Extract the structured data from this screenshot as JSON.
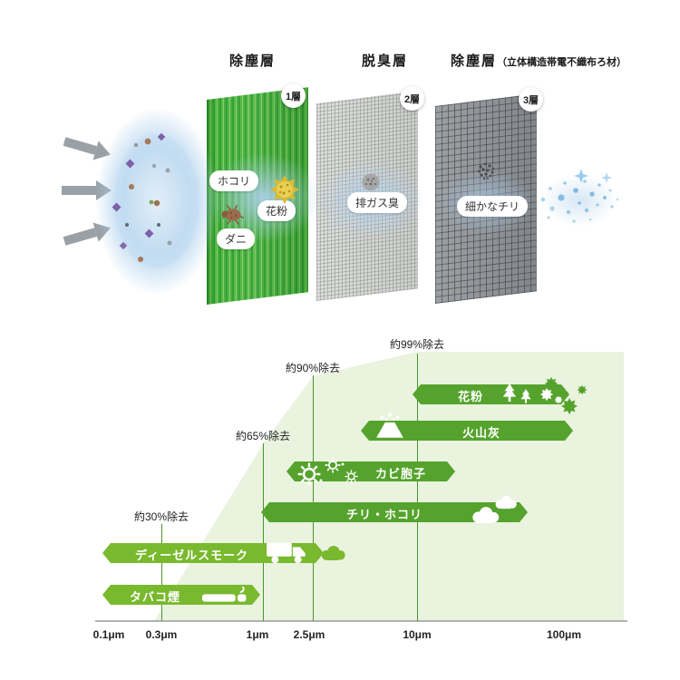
{
  "diagram": {
    "headings": [
      {
        "title": "除塵層",
        "subtitle": ""
      },
      {
        "title": "脱臭層",
        "subtitle": ""
      },
      {
        "title": "除塵層",
        "subtitle": "（立体構造帯電不織布ろ材）"
      }
    ],
    "layers": [
      {
        "badge": "1層",
        "type": "green-striped-dust-filter",
        "particle_labels": [
          "ホコリ",
          "花粉",
          "ダニ"
        ]
      },
      {
        "badge": "2層",
        "type": "fine-gray-mesh-deodorizing-filter",
        "particle_labels": [
          "排ガス臭"
        ]
      },
      {
        "badge": "3層",
        "type": "dark-gray-mesh-electrostatic-filter",
        "particle_labels": [
          "細かなチリ"
        ]
      }
    ],
    "colors": {
      "filter_green": "#3aa63b",
      "mesh_light": "#d6d8d5",
      "mesh_dark": "#8f9296",
      "flow_blue": "#aecfe9"
    }
  },
  "chart_data": {
    "type": "bar",
    "subtype": "horizontal-range-log-scale",
    "title": "",
    "x_axis": {
      "unit": "μm",
      "scale": "log",
      "ticks": [
        "0.1μm",
        "0.3μm",
        "1μm",
        "2.5μm",
        "10μm",
        "100μm"
      ],
      "tick_values_um": [
        0.1,
        0.3,
        1,
        2.5,
        10,
        100
      ]
    },
    "removal_annotations": [
      {
        "label": "約30%除去",
        "at_um": 0.3
      },
      {
        "label": "約65%除去",
        "at_um": 1
      },
      {
        "label": "約90%除去",
        "at_um": 2.5
      },
      {
        "label": "約99%除去",
        "at_um": 10
      }
    ],
    "series": [
      {
        "name": "花粉",
        "range_um": [
          10,
          100
        ],
        "icon": "pollen-and-trees",
        "shade": "dark"
      },
      {
        "name": "火山灰",
        "range_um": [
          5,
          100
        ],
        "icon": "volcano",
        "shade": "dark"
      },
      {
        "name": "カビ胞子",
        "range_um": [
          1.5,
          20
        ],
        "icon": "mold-spores",
        "shade": "dark"
      },
      {
        "name": "チリ・ホコリ",
        "range_um": [
          1,
          60
        ],
        "icon": "dust-clouds",
        "shade": "dark"
      },
      {
        "name": "ディーゼルスモーク",
        "range_um": [
          0.1,
          2.5
        ],
        "icon": "truck",
        "shade": "light"
      },
      {
        "name": "タバコ煙",
        "range_um": [
          0.1,
          1
        ],
        "icon": "cigarette",
        "shade": "light"
      }
    ],
    "colors": {
      "bar_green_dark": "#55a32c",
      "bar_green_light": "#79b92e",
      "area_fill": "#e9f3de",
      "line_green": "#4a9430"
    }
  }
}
